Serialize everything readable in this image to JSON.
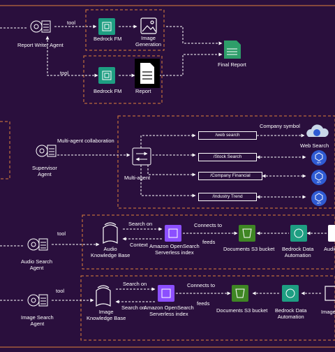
{
  "colors": {
    "background": "#2a0f3d",
    "group_border": "#e0803a",
    "bedrock_green": "#1e9e82",
    "opensearch_purple": "#8c4fff",
    "s3_green": "#3f8624",
    "api_blue": "#2f5bd3",
    "report_doc": "#2e9e6a"
  },
  "report_writer": {
    "agent_label": "Report Writer Agent",
    "tool_top": "tool",
    "tool_bottom": "tool",
    "bedrock_fm_1": "Bedrock FM",
    "image_generation": "Image\nGeneration",
    "final_report": "Final Report",
    "bedrock_fm_2": "Bedrock FM",
    "report": "Report"
  },
  "supervisor": {
    "agent_label": "Supervisor\nAgent",
    "collab_label": "Multi-agent collaboration",
    "multi_agent_label": "Multi-agent",
    "company_symbol": "Company symbol",
    "web_search_label": "Web Search",
    "endpoints": [
      "/web search",
      "/Stock Search",
      "/Company Financial",
      "/Industry Trend"
    ],
    "api_badge": "API"
  },
  "audio": {
    "agent_label": "Audio Search\nAgent",
    "tool": "tool",
    "search_on": "Search on",
    "context": "Context",
    "kb_label": "Audio\nKnowledge Base",
    "opensearch_label": "Amazon OpenSearch\nServerless index",
    "connects_to": "Connects to",
    "feeds": "feeds",
    "s3_label": "Documents S3 bucket",
    "bda_label": "Bedrock Data\nAutomation",
    "source_label": "Audio"
  },
  "image": {
    "agent_label": "Image Search\nAgent",
    "tool": "tool",
    "search_on_top": "Search on",
    "search_on_bottom": "Search on",
    "kb_label": "Image\nKnowledge Base",
    "opensearch_label": "Amazon OpenSearch\nServerless index",
    "connects_to": "Connects to",
    "feeds": "feeds",
    "s3_label": "Documents S3 bucket",
    "bda_label": "Bedrock Data\nAutomation",
    "source_label": "Image"
  }
}
